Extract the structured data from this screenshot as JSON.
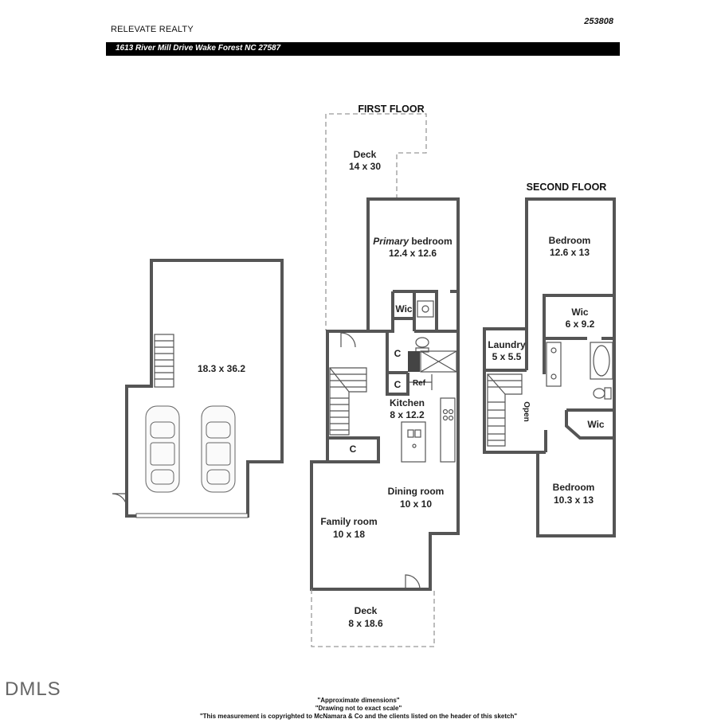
{
  "header": {
    "company": "RELEVATE REALTY",
    "ref_number": "253808",
    "address": "1613 River Mill Drive Wake Forest NC 27587"
  },
  "floors": {
    "first_floor_title": "FIRST FLOOR",
    "second_floor_title": "SECOND FLOOR"
  },
  "rooms": {
    "garage": {
      "dims": "18.3 x 36.2"
    },
    "deck_top": {
      "name": "Deck",
      "dims": "14 x 30"
    },
    "primary_bedroom": {
      "name_italic": "Primary",
      "name_rest": "bedroom",
      "dims": "12.4 x 12.6"
    },
    "wic_first": {
      "name": "Wic"
    },
    "closet_1": {
      "name": "C"
    },
    "closet_2": {
      "name": "C"
    },
    "closet_3": {
      "name": "C"
    },
    "ref": {
      "name": "Ref"
    },
    "kitchen": {
      "name": "Kitchen",
      "dims": "8 x 12.2"
    },
    "dining_room": {
      "name": "Dining room",
      "dims": "10 x 10"
    },
    "family_room": {
      "name": "Family room",
      "dims": "10 x 18"
    },
    "deck_bottom": {
      "name": "Deck",
      "dims": "8 x 18.6"
    },
    "bedroom_top": {
      "name": "Bedroom",
      "dims": "12.6 x 13"
    },
    "wic_second": {
      "name": "Wic",
      "dims": "6 x 9.2"
    },
    "laundry": {
      "name": "Laundry",
      "dims": "5 x 5.5"
    },
    "open": {
      "name": "Open"
    },
    "wic_small": {
      "name": "Wic"
    },
    "bedroom_bottom": {
      "name": "Bedroom",
      "dims": "10.3 x 13"
    }
  },
  "footer": {
    "logo": "DMLS",
    "note1": "\"Approximate dimensions\"",
    "note2": "\"Drawing not to exact scale\"",
    "note3": "\"This measurement is copyrighted to McNamara & Co and the clients listed on the header of this sketch\""
  }
}
